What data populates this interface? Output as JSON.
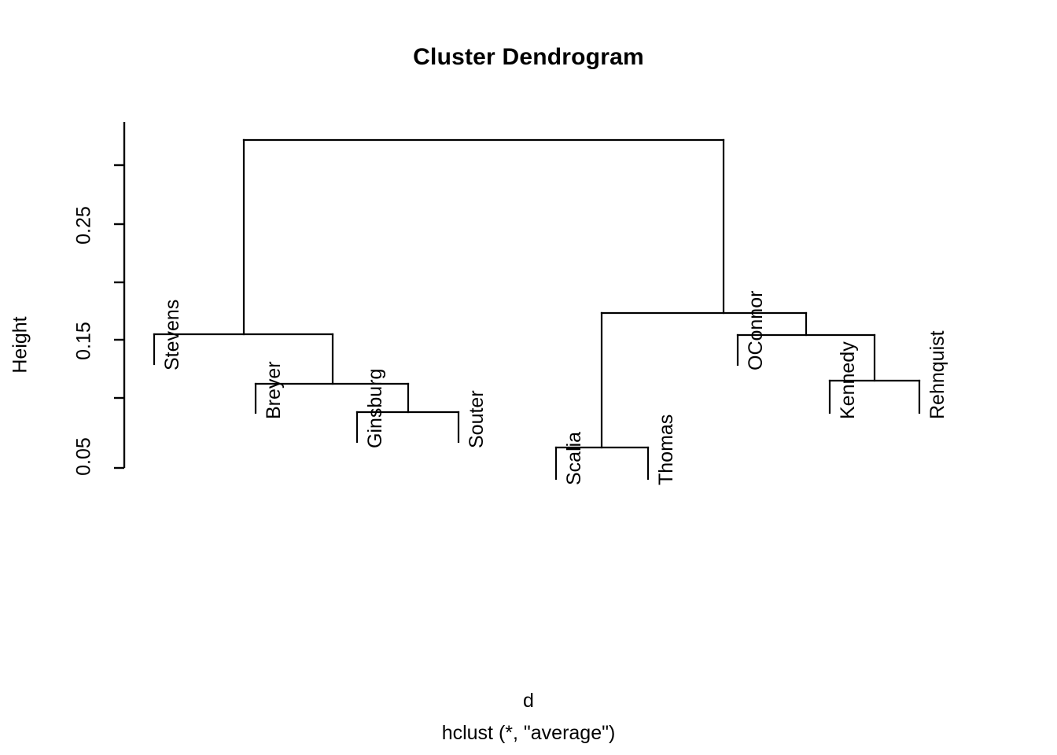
{
  "chart_data": {
    "type": "dendrogram",
    "title": "Cluster Dendrogram",
    "xlabel": "d",
    "xlabel_sub": "hclust (*, \"average\")",
    "ylabel": "Height",
    "ylim": [
      0.03,
      0.33
    ],
    "grid": false,
    "legend": "none",
    "axis_ticks": [
      {
        "value": "0.05",
        "height": 0.05,
        "labeled": true
      },
      {
        "value": "",
        "height": 0.1,
        "labeled": false
      },
      {
        "value": "0.15",
        "height": 0.15,
        "labeled": true
      },
      {
        "value": "",
        "height": 0.2,
        "labeled": false
      },
      {
        "value": "0.25",
        "height": 0.25,
        "labeled": true
      },
      {
        "value": "",
        "height": 0.3,
        "labeled": false
      }
    ],
    "leaves": [
      {
        "label": "Stevens",
        "order": 1
      },
      {
        "label": "Breyer",
        "order": 2
      },
      {
        "label": "Ginsburg",
        "order": 3
      },
      {
        "label": "Souter",
        "order": 4
      },
      {
        "label": "Scalia",
        "order": 5
      },
      {
        "label": "Thomas",
        "order": 6
      },
      {
        "label": "OConnor",
        "order": 7
      },
      {
        "label": "Kennedy",
        "order": 8
      },
      {
        "label": "Rehnquist",
        "order": 9
      }
    ],
    "merges": [
      {
        "id": "m1",
        "members": [
          "Scalia",
          "Thomas"
        ],
        "height": 0.057
      },
      {
        "id": "m2",
        "members": [
          "Ginsburg",
          "Souter"
        ],
        "height": 0.087
      },
      {
        "id": "m3",
        "members": [
          "Kennedy",
          "Rehnquist"
        ],
        "height": 0.115
      },
      {
        "id": "m4",
        "members": [
          "Breyer",
          "Ginsburg",
          "Souter"
        ],
        "height": 0.112
      },
      {
        "id": "m5",
        "members": [
          "OConnor",
          "Kennedy",
          "Rehnquist"
        ],
        "height": 0.154
      },
      {
        "id": "m6",
        "members": [
          "Stevens",
          "Breyer",
          "Ginsburg",
          "Souter"
        ],
        "height": 0.155
      },
      {
        "id": "m7",
        "members": [
          "Scalia",
          "Thomas",
          "OConnor",
          "Kennedy",
          "Rehnquist"
        ],
        "height": 0.173
      },
      {
        "id": "m8",
        "members": [
          "Stevens",
          "Breyer",
          "Ginsburg",
          "Souter",
          "Scalia",
          "Thomas",
          "OConnor",
          "Kennedy",
          "Rehnquist"
        ],
        "height": 0.323
      }
    ],
    "line_color": "#000000",
    "background_color": "#ffffff"
  }
}
